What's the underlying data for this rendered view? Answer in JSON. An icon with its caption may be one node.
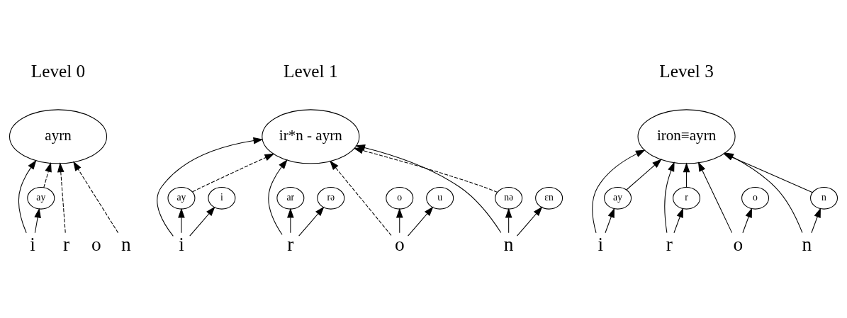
{
  "diagram": {
    "nodes": [
      {
        "text": [
          "ayrn"
        ]
      },
      {
        "text": [
          "ay"
        ]
      },
      {
        "text": [
          "i"
        ]
      },
      {
        "text": [
          "r"
        ]
      },
      {
        "text": [
          "o"
        ]
      },
      {
        "text": [
          "n"
        ]
      },
      {
        "text": [
          "ir*n - ayrn"
        ]
      },
      {
        "text": [
          "i"
        ]
      },
      {
        "text": [
          "r"
        ]
      },
      {
        "text": [
          "o"
        ]
      },
      {
        "text": [
          "n"
        ]
      },
      {
        "text": [
          "ay"
        ]
      },
      {
        "text": [
          "i"
        ]
      },
      {
        "text": [
          "ar"
        ]
      },
      {
        "text": [
          "rə"
        ]
      },
      {
        "text": [
          "o"
        ]
      },
      {
        "text": [
          "u"
        ]
      },
      {
        "text": [
          "nə"
        ]
      },
      {
        "text": [
          "ɛn"
        ]
      },
      {
        "text": [
          "iron≡ayrn"
        ]
      },
      {
        "text": [
          "i"
        ]
      },
      {
        "text": [
          "r"
        ]
      },
      {
        "text": [
          "o"
        ]
      },
      {
        "text": [
          "n"
        ]
      },
      {
        "text": [
          "ay"
        ]
      },
      {
        "text": [
          "r"
        ]
      },
      {
        "text": [
          "o"
        ]
      },
      {
        "text": [
          "n"
        ]
      }
    ],
    "edges": [
      {
        "from": 1,
        "to": 0,
        "arrow": "to",
        "style": "dashed"
      },
      {
        "from": 2,
        "to": 1,
        "arrow": "to"
      },
      {
        "from": 2,
        "to": 0,
        "arrow": "to"
      },
      {
        "from": 3,
        "to": 0,
        "arrow": "to",
        "style": "dashed"
      },
      {
        "from": 5,
        "to": 0,
        "arrow": "to",
        "style": "dashed"
      },
      {
        "from": 11,
        "to": 6,
        "arrow": "to",
        "style": "dashed"
      },
      {
        "from": 7,
        "to": 6,
        "arrow": "to"
      },
      {
        "from": 8,
        "to": 6,
        "arrow": "to"
      },
      {
        "from": 9,
        "to": 6,
        "arrow": "to",
        "style": "dashed"
      },
      {
        "from": 10,
        "to": 6,
        "arrow": "to"
      },
      {
        "from": 17,
        "to": 6,
        "arrow": "to",
        "style": "dashed"
      },
      {
        "from": 7,
        "to": 11,
        "arrow": "to"
      },
      {
        "from": 7,
        "to": 12,
        "arrow": "to"
      },
      {
        "from": 8,
        "to": 13,
        "arrow": "to"
      },
      {
        "from": 8,
        "to": 14,
        "arrow": "to"
      },
      {
        "from": 9,
        "to": 15,
        "arrow": "to"
      },
      {
        "from": 9,
        "to": 16,
        "arrow": "to"
      },
      {
        "from": 10,
        "to": 17,
        "arrow": "to"
      },
      {
        "from": 10,
        "to": 18,
        "arrow": "to"
      },
      {
        "from": 24,
        "to": 19,
        "arrow": "to"
      },
      {
        "from": 20,
        "to": 19,
        "arrow": "to"
      },
      {
        "from": 21,
        "to": 19,
        "arrow": "to"
      },
      {
        "from": 25,
        "to": 19,
        "arrow": "to"
      },
      {
        "from": 22,
        "to": 19,
        "arrow": "to"
      },
      {
        "from": 23,
        "to": 19,
        "arrow": "to"
      },
      {
        "from": 27,
        "to": 19,
        "arrow": "to"
      },
      {
        "from": 20,
        "to": 24,
        "arrow": "to"
      },
      {
        "from": 21,
        "to": 25,
        "arrow": "to"
      },
      {
        "from": 22,
        "to": 26,
        "arrow": "to"
      },
      {
        "from": 23,
        "to": 27,
        "arrow": "to"
      }
    ],
    "labels": [
      "Level 0",
      "Level 1",
      "Level 3"
    ]
  }
}
